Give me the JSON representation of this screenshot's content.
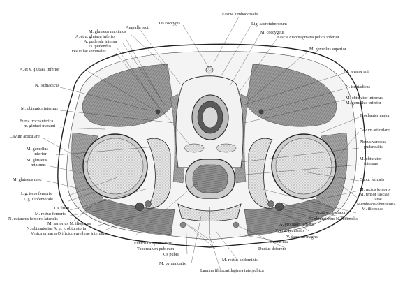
{
  "labels": {
    "os_coccygis": "Os coccygis",
    "fascia_lumbodorsalis": "Fascia lumbodorsalis",
    "ampulla_recti": "Ampulla recti",
    "m_glutaeus_maximus": "M. glutaeus maximus",
    "a_n_glutaea_inferior": "A. et n. glutaea inferior",
    "a_pudenda_interna": "A. pudenda interna",
    "n_pudendus": "N. pudendus",
    "vesiculae_seminales": "Vesiculae seminales",
    "lig_sacrotuberosum": "Lig. sacrotuberosum",
    "m_coccygeus": "M. coccygeus",
    "fascia_diaphragmatis": "Fascia diaphragmatis pelvis inferior",
    "m_gemellus_superior": "M. gemellus superior",
    "a_v_glutaea_inferior": "A. et v. glutaea inferior",
    "m_levator_ani": "M. levator ani",
    "n_ischiadicus_left": "N. ischiadicus",
    "n_ischiadicus_right": "N. ischiadicus",
    "m_obturator_internus_left": "M. obturator internus",
    "m_obturator_internus_right": "M. obturator internus",
    "m_gemellus_inferior_right": "M. gemellus inferior",
    "bursa_trochanterica": "Bursa trochanterica",
    "m_glutaei_maximi": "m. glutaei maximi",
    "trochanter_major": "Trochanter major",
    "cavum_articulare_left": "Cavum articulare",
    "cavum_articulare_right": "Cavum articulare",
    "m_gemellus_left_1": "M. gemellus",
    "m_gemellus_left_2": "inferior",
    "plexus_venosus_1": "Plexus venosus",
    "plexus_venosus_2": "pudendalis",
    "m_glutaeus_minimus_1": "M. glutaeus",
    "m_glutaeus_minimus_2": "minimus",
    "m_obturator_internus_r2_1": "M. obturator",
    "m_obturator_internus_r2_2": "internus",
    "m_glutaeus_med": "M. glutaeus med",
    "caput_femoris": "Caput femoris",
    "lig_teres_femoris": "Lig. teres femoris",
    "lig_iliofemorale": "Lig. iliofemorale",
    "m_rectus_femoris_right": "M. rectus femoris",
    "m_tensor_fasciae_latae_1": "M. tensor fasciae",
    "m_tensor_fasciae_latae_2": "latae",
    "membrana_obturatoria": "Membrana obturatoria",
    "m_iliopsoas_right": "M. iliopsoas",
    "os_ilium": "Os ilium",
    "m_rectus_femoris_left": "M. rectus femoris",
    "n_cutaneus_femoris": "N. cutaneus femoris lateralis",
    "m_sartorius_iliopsoas": "M. sartorius M. iliopsoas",
    "n_obturatorius_left": "N. obturatorius A. et v. obturatoria",
    "vesica_urinaria": "Vesica urinaria Orificium urethrae internum",
    "a_v_obturatoria": "A. et v. obturatoria",
    "n_obturatorius_femoralis": "N. obturatorius N. femoralis",
    "a_profunda_femoris": "A. profunda femoris",
    "v_a_femoralis": "V. et a. femoralis",
    "v_saphena_magna": "V. saphena magna",
    "funiculus_spermaticus": "Funiculus spermaticus",
    "tuberculum_pubicum": "Tuberculum pubicum",
    "os_pubis": "Os pubis",
    "m_pyramidalis": "M. pyramidalis",
    "fascia_lata": "Fascia lata",
    "ductus_deferens": "Ductus deferens",
    "m_rectus_abdominis": "M. rectus abdominis",
    "lamina_fibrocartilaginea": "Lamina fibrocartilaginea interpubica"
  },
  "colors": {
    "ink": "#1a1a1a",
    "muscle": "#8c8c8c",
    "muscle_dark": "#6e6e6e",
    "fat": "#f4f4f4",
    "bone": "#d6d6d6",
    "background": "#ffffff"
  }
}
